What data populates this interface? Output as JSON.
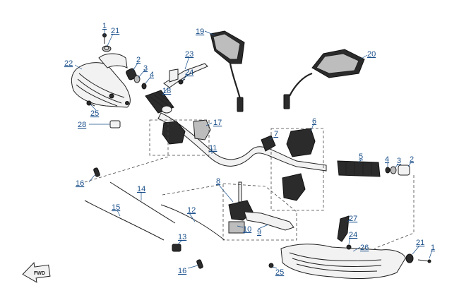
{
  "diagram": {
    "callouts": {
      "c1a": "1",
      "c21a": "21",
      "c22": "22",
      "c2a": "2",
      "c3a": "3",
      "c4a": "4",
      "c23": "23",
      "c24a": "24",
      "c18": "18",
      "c25a": "25",
      "c19": "19",
      "c20": "20",
      "c28": "28",
      "c17": "17",
      "c6": "6",
      "c7": "7",
      "c11": "11",
      "c5": "5",
      "c4b": "4",
      "c3b": "3",
      "c2b": "2",
      "c16a": "16",
      "c14": "14",
      "c8": "8",
      "c15": "15",
      "c12": "12",
      "c10": "10",
      "c9": "9",
      "c27": "27",
      "c24b": "24",
      "c13": "13",
      "c26": "26",
      "c21b": "21",
      "c1b": "1",
      "c16b": "16",
      "c25b": "25"
    },
    "direction_marker": "FWD"
  }
}
